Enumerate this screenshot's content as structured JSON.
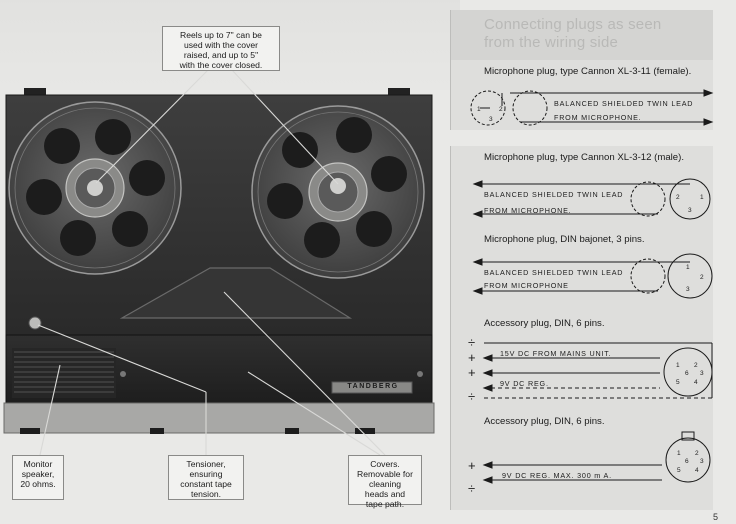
{
  "callouts": {
    "reels": [
      "Reels up to 7\" can be",
      "used with the cover",
      "raised, and up to 5\"",
      "with the cover closed."
    ],
    "speaker": [
      "Monitor",
      "speaker,",
      "20 ohms."
    ],
    "tensioner": [
      "Tensioner,",
      "ensuring",
      "constant tape",
      "tension."
    ],
    "covers": [
      "Covers.",
      "Removable for",
      "cleaning",
      "heads and",
      "tape path."
    ]
  },
  "brand": "TANDBERG",
  "section_title": [
    "Connecting plugs as seen",
    "from the wiring side"
  ],
  "plugs": [
    {
      "heading": "Microphone plug, type Cannon XL-3-11 (female).",
      "lead": [
        "BALANCED SHIELDED TWIN LEAD",
        "FROM MICROPHONE."
      ],
      "pins": [
        "1",
        "2",
        "3"
      ]
    },
    {
      "heading": "Microphone plug, type Cannon XL-3-12 (male).",
      "lead": [
        "BALANCED SHIELDED TWIN LEAD",
        "FROM MICROPHONE."
      ],
      "pins": [
        "2",
        "1",
        "3"
      ]
    },
    {
      "heading": "Microphone plug, DIN bajonet, 3 pins.",
      "lead": [
        "BALANCED SHIELDED TWIN LEAD",
        "FROM MICROPHONE"
      ],
      "pins": [
        "1",
        "2",
        "3"
      ]
    },
    {
      "heading": "Accessory plug, DIN, 6 pins.",
      "lead": [
        "15V DC FROM MAINS UNIT.",
        "9V DC REG."
      ],
      "pins": [
        "1",
        "2",
        "6",
        "3",
        "5",
        "4"
      ]
    },
    {
      "heading": "Accessory plug, DIN, 6 pins.",
      "lead": [
        "9V DC REG. MAX. 300 m A."
      ],
      "pins": [
        "1",
        "2",
        "6",
        "3",
        "5",
        "4"
      ]
    }
  ],
  "page_number": "5"
}
